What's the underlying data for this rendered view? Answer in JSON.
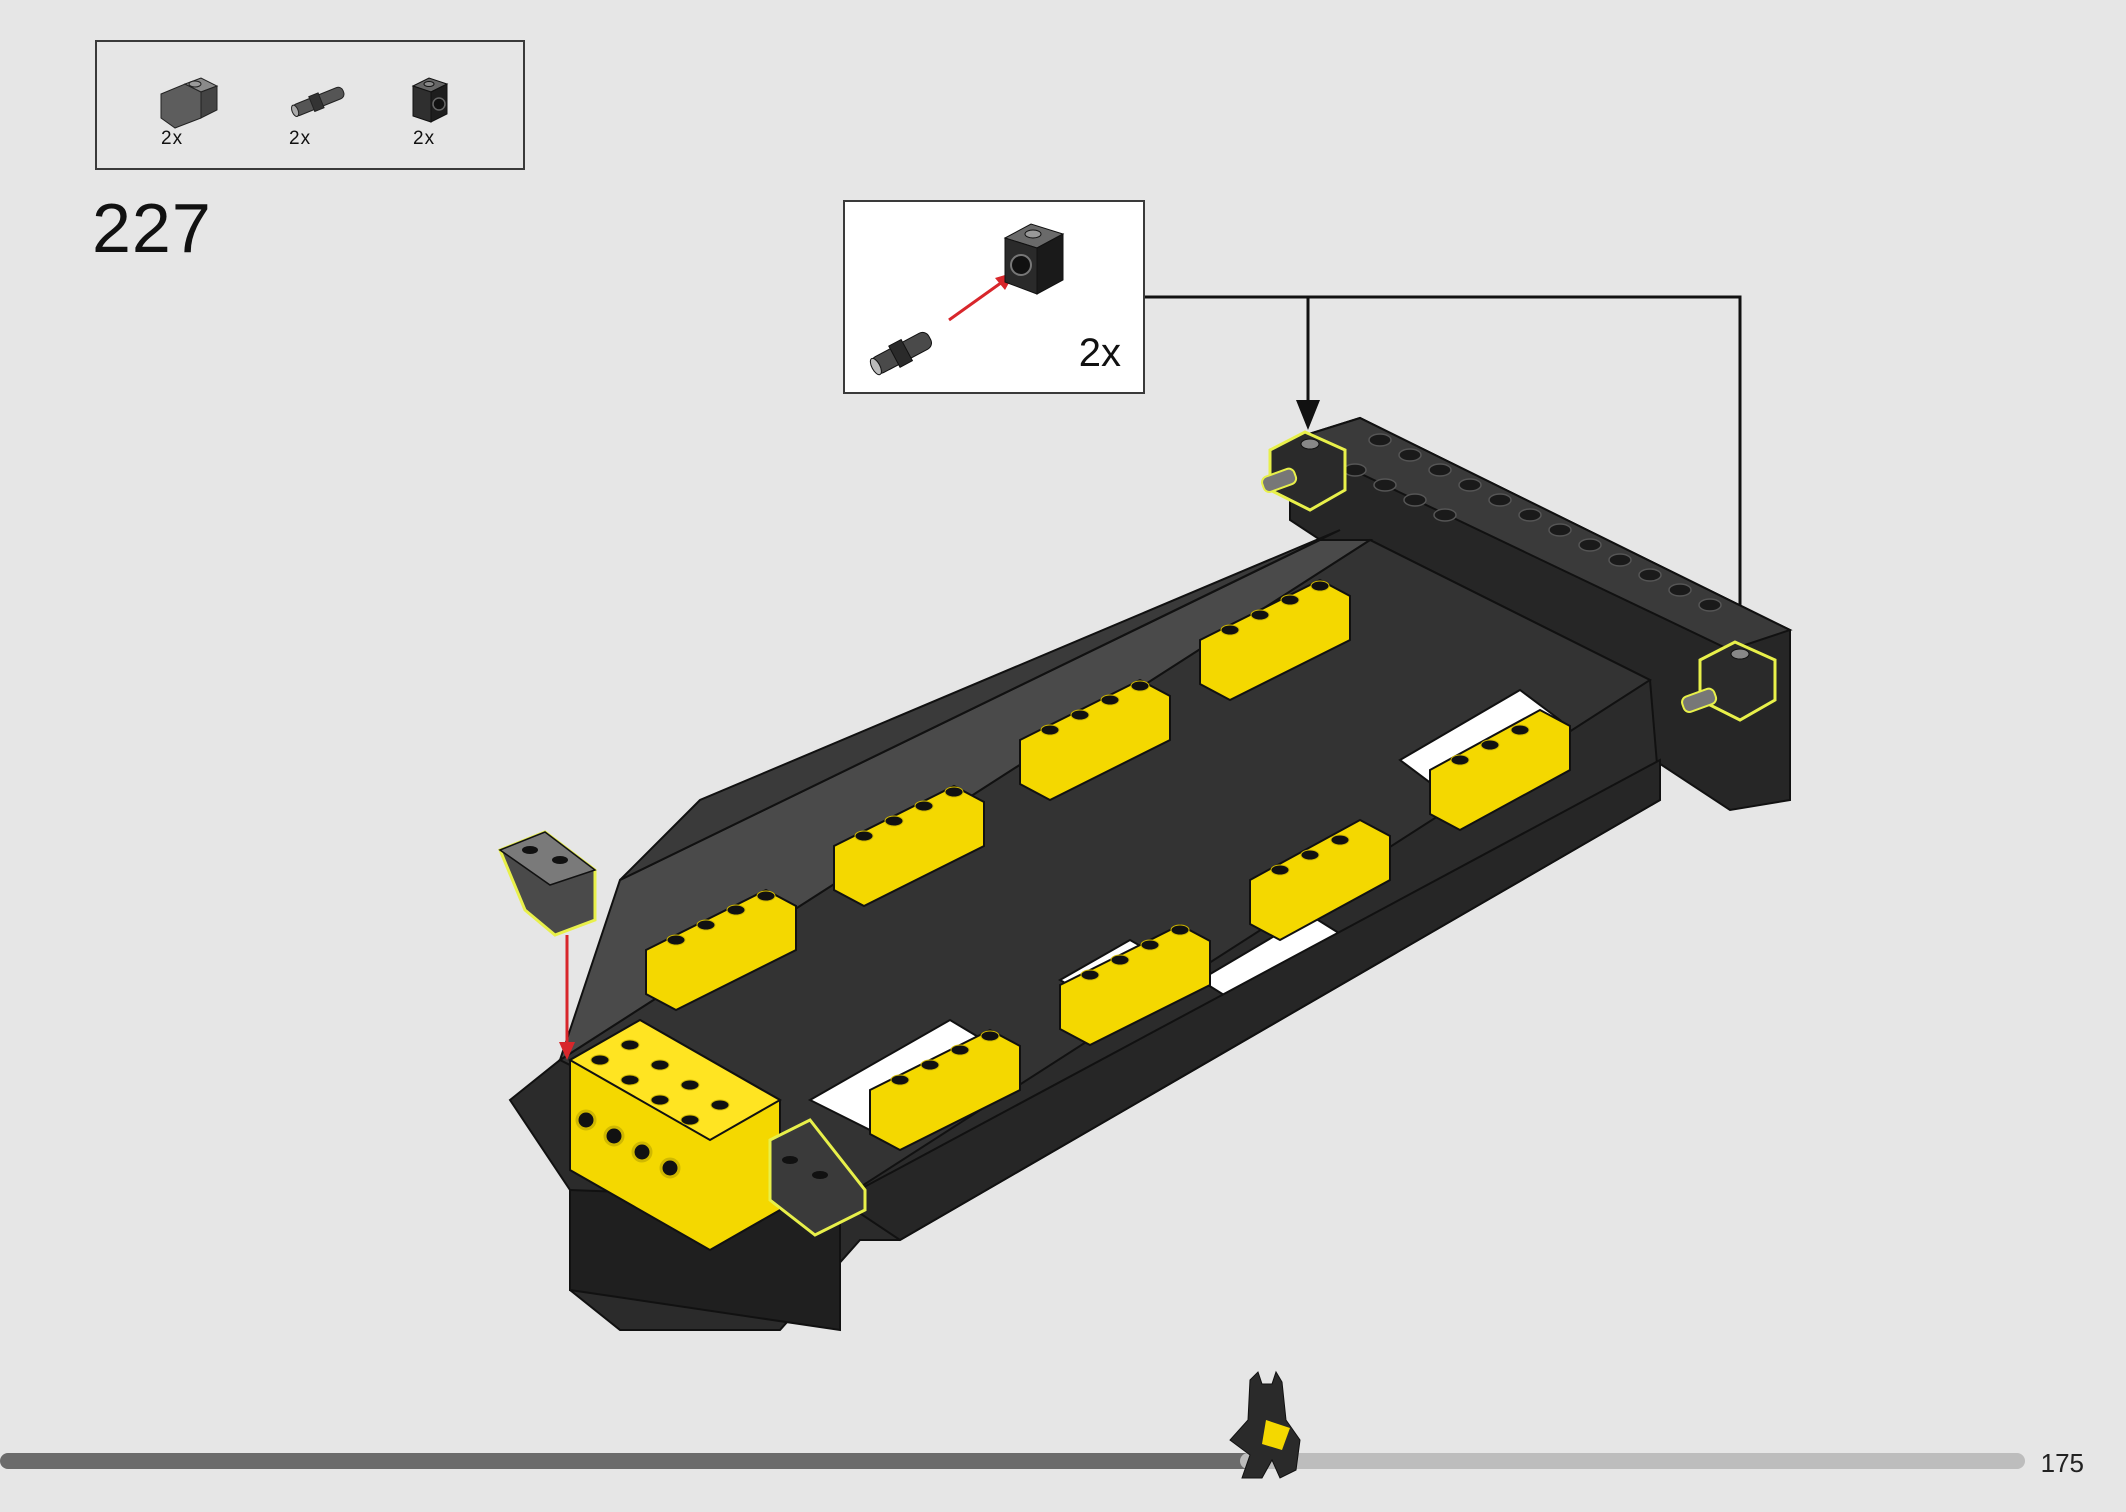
{
  "step": {
    "number": "227"
  },
  "parts_list": [
    {
      "icon": "slope-brick-icon",
      "quantity": "2x"
    },
    {
      "icon": "pin-icon",
      "quantity": "2x"
    },
    {
      "icon": "technic-brick-icon",
      "quantity": "2x"
    }
  ],
  "sub_assembly": {
    "quantity": "2x"
  },
  "page": {
    "number": "175"
  },
  "colors": {
    "background": "#e6e6e6",
    "brick_black": "#2a2a2a",
    "brick_yellow": "#f4d800",
    "highlight": "#e8f04a",
    "arrow_red": "#d8262b",
    "progress_dark": "#6b6b6b",
    "progress_light": "#bdbdbd"
  }
}
